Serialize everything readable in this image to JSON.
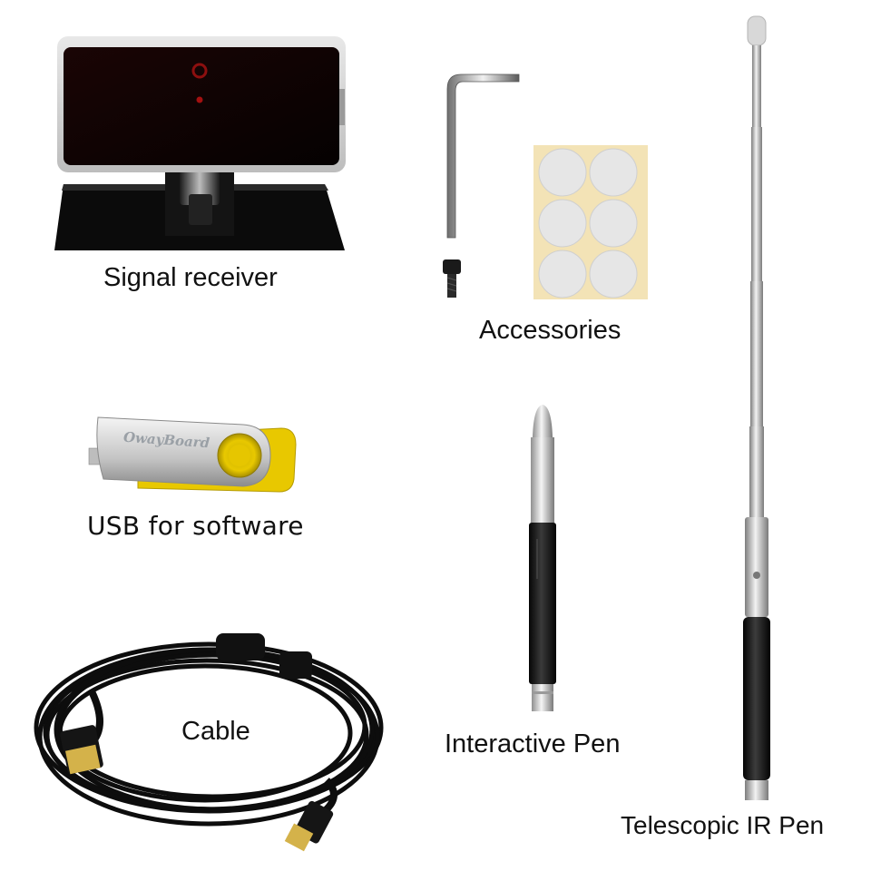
{
  "products": {
    "signal_receiver": {
      "label": "Signal receiver",
      "icon": "signal-receiver-image"
    },
    "accessories": {
      "label": "Accessories",
      "icon": "accessories-image"
    },
    "usb": {
      "label": "USB for software",
      "icon": "usb-drive-image",
      "brand": "OwayBoard"
    },
    "cable": {
      "label": "Cable",
      "icon": "usb-cable-image"
    },
    "interactive_pen": {
      "label": "Interactive Pen",
      "icon": "interactive-pen-image"
    },
    "telescopic_pen": {
      "label": "Telescopic IR Pen",
      "icon": "telescopic-pen-image"
    }
  },
  "colors": {
    "usb_body": "#e8c800",
    "receiver_body": "#101010",
    "receiver_led": "#c41414",
    "gold_plug": "#d4b24a",
    "steel": "#c8c8c8"
  }
}
